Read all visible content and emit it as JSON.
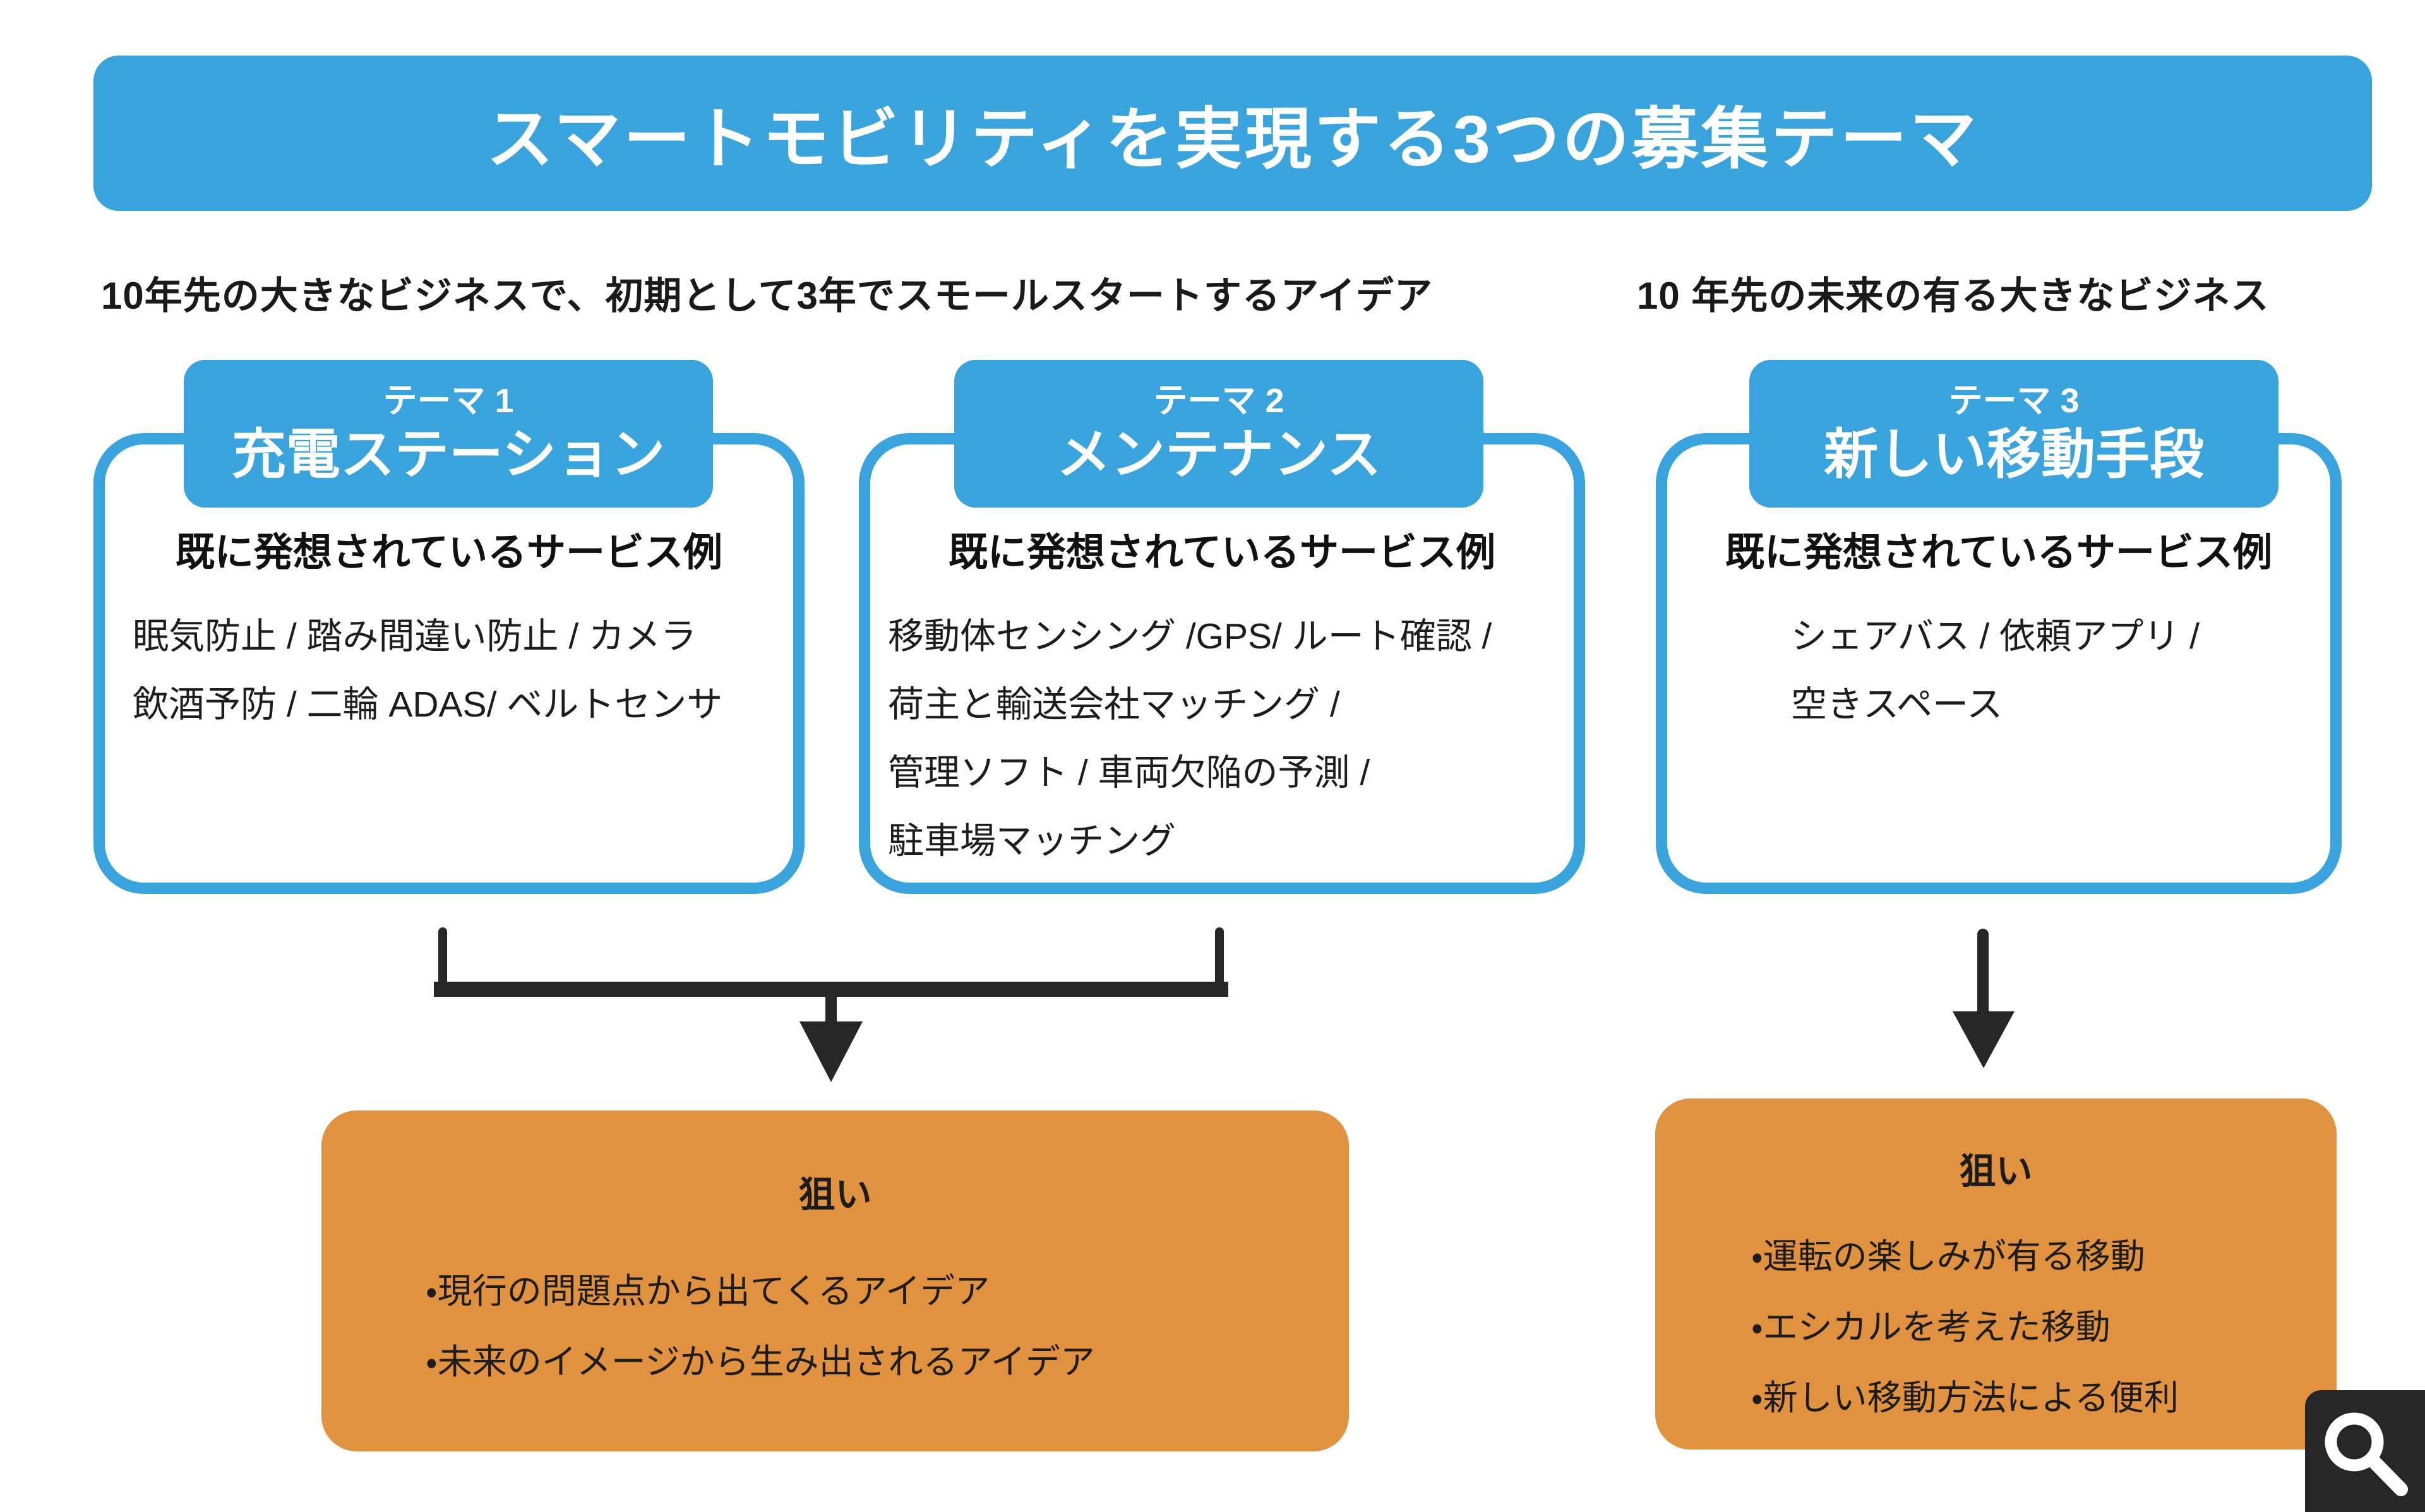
{
  "page": {
    "title": "スマートモビリティを実現する3つの募集テーマ"
  },
  "subtitles": {
    "left": "10年先の大きなビジネスで、初期として3年でスモールスタートするアイデア",
    "right": "10 年先の未来の有る大きなビジネス"
  },
  "themes": [
    {
      "tag": "テーマ 1",
      "name": "充電ステーション",
      "examples_title": "既に発想されているサービス例",
      "examples": [
        "眠気防止 / 踏み間違い防止 / カメラ",
        "飲酒予防 / 二輪 ADAS/ ベルトセンサ"
      ]
    },
    {
      "tag": "テーマ 2",
      "name": "メンテナンス",
      "examples_title": "既に発想されているサービス例",
      "examples": [
        "移動体センシング /GPS/ ルート確認 /",
        "荷主と輸送会社マッチング /",
        "管理ソフト / 車両欠陥の予測 /",
        "駐車場マッチング"
      ]
    },
    {
      "tag": "テーマ 3",
      "name": "新しい移動手段",
      "examples_title": "既に発想されているサービス例",
      "examples": [
        "シェアバス / 依頼アプリ /",
        "空きスペース"
      ]
    }
  ],
  "aims": [
    {
      "title": "狙い",
      "bullets": [
        "・現行の問題点から出てくるアイデア",
        "・未来のイメージから生み出されるアイデア"
      ]
    },
    {
      "title": "狙い",
      "bullets": [
        "・運転の楽しみが有る移動",
        "・エシカルを考えた移動",
        "・新しい移動方法による便利"
      ]
    }
  ],
  "icons": {
    "magnifier": "magnifier-icon"
  },
  "colors": {
    "blue": "#38a3dc",
    "orange": "#e0923f",
    "dark": "#262626"
  }
}
